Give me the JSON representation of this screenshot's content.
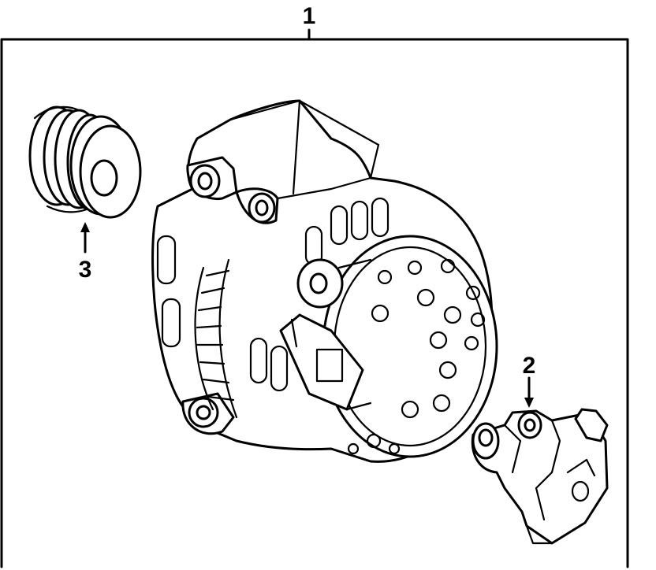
{
  "diagram": {
    "callouts": [
      {
        "id": "1",
        "label": "1",
        "part": "alternator-assembly"
      },
      {
        "id": "2",
        "label": "2",
        "part": "voltage-regulator"
      },
      {
        "id": "3",
        "label": "3",
        "part": "pulley"
      }
    ],
    "colors": {
      "line": "#000000",
      "background": "#ffffff"
    }
  }
}
